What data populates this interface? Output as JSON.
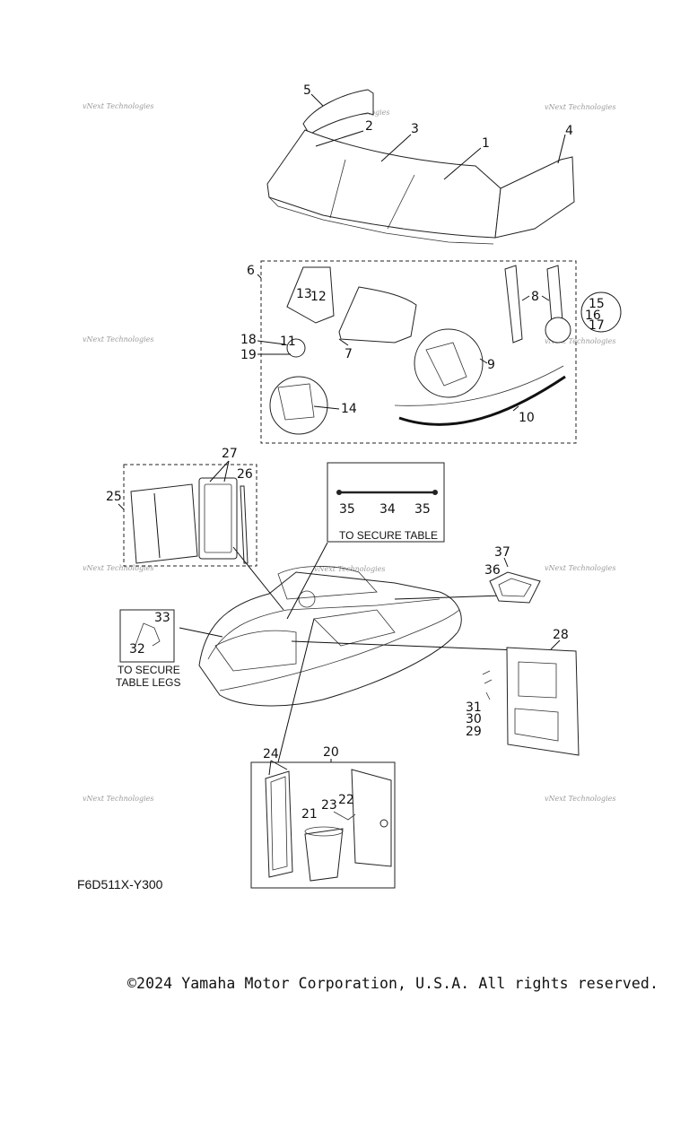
{
  "diagram_code": "F6D511X-Y300",
  "copyright": "©2024 Yamaha Motor Corporation, U.S.A. All rights reserved.",
  "watermark": "vNext Technologies",
  "notes": {
    "secure_table": "TO SECURE TABLE",
    "secure_table_legs_1": "TO SECURE",
    "secure_table_legs_2": "TABLE LEGS"
  },
  "callouts": {
    "c1": "1",
    "c2": "2",
    "c3": "3",
    "c4": "4",
    "c5": "5",
    "c6": "6",
    "c7": "7",
    "c8": "8",
    "c9": "9",
    "c10": "10",
    "c11": "11",
    "c12": "12",
    "c13": "13",
    "c14": "14",
    "c15": "15",
    "c16": "16",
    "c17": "17",
    "c18": "18",
    "c19": "19",
    "c20": "20",
    "c21": "21",
    "c22": "22",
    "c23": "23",
    "c24": "24",
    "c25": "25",
    "c26": "26",
    "c27": "27",
    "c28": "28",
    "c29": "29",
    "c30": "30",
    "c31": "31",
    "c32": "32",
    "c33": "33",
    "c34": "34",
    "c35a": "35",
    "c35b": "35",
    "c36": "36",
    "c37": "37"
  }
}
